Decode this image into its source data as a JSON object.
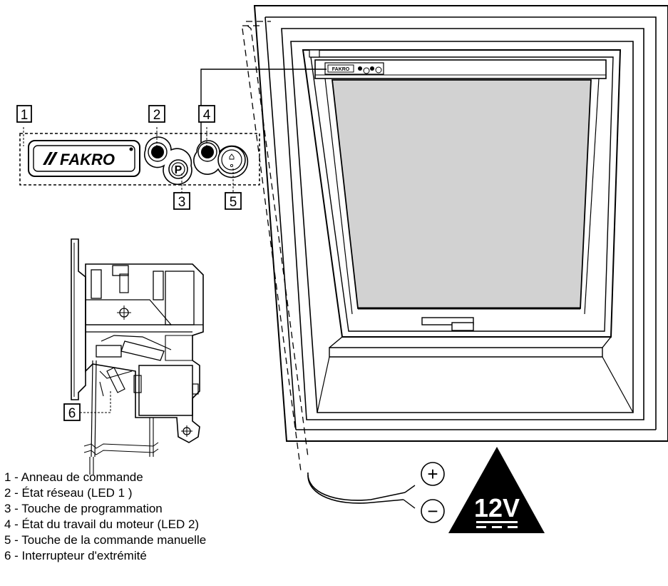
{
  "callouts": {
    "c1": "1",
    "c2": "2",
    "c3": "3",
    "c4": "4",
    "c5": "5",
    "c6": "6"
  },
  "control_panel": {
    "logo_text": "FAKRO",
    "program_key_glyph": "P",
    "manual_key_icon": "house-icon"
  },
  "window": {
    "mini_logo_text": "FAKRO"
  },
  "power": {
    "plus_symbol": "+",
    "minus_symbol": "−",
    "voltage": "12V"
  },
  "legend": [
    "1 - Anneau de commande",
    "2 - État réseau (LED 1 )",
    "3 - Touche de programmation",
    "4 - État du travail du moteur (LED 2)",
    "5 - Touche de la commande manuelle",
    "6 - Interrupteur d'extrémité"
  ],
  "colors": {
    "line": "#000000",
    "blind_fabric": "#d2d2d2",
    "background": "#ffffff"
  }
}
